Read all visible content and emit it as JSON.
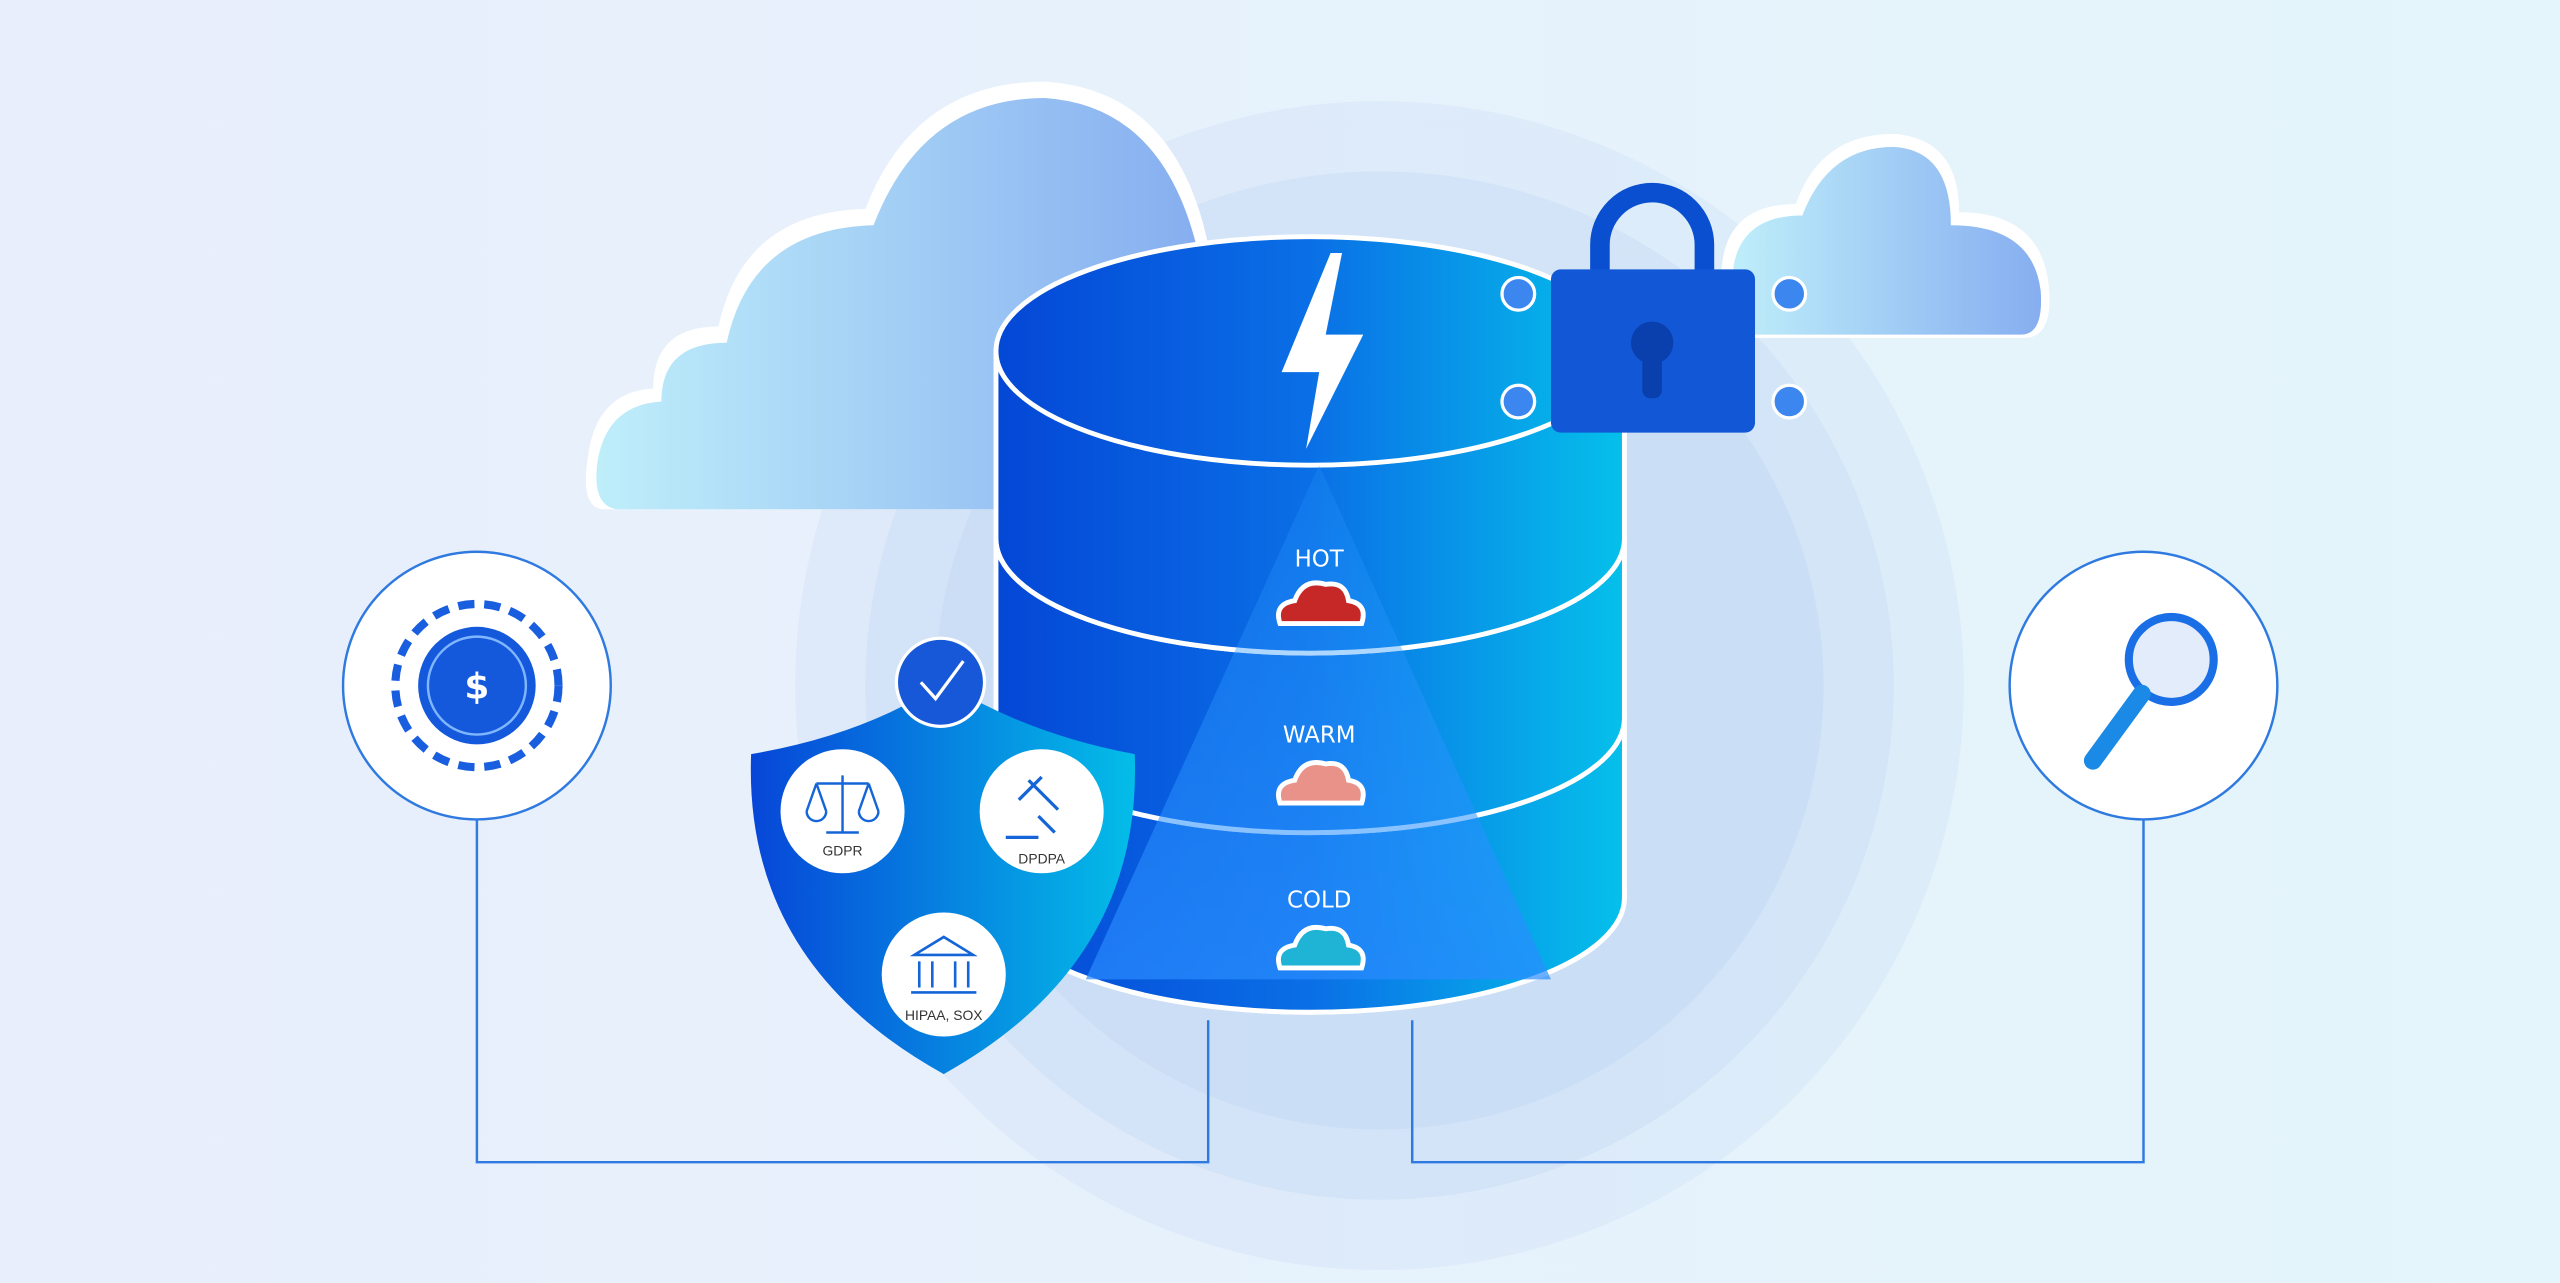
{
  "tiers": [
    {
      "label": "HOT",
      "color": "#c62828"
    },
    {
      "label": "WARM",
      "color": "#e8928a"
    },
    {
      "label": "COLD",
      "color": "#1fb3d6"
    }
  ],
  "compliance": [
    "GDPR",
    "DPDPA",
    "HIPAA, SOX"
  ],
  "colors": {
    "primary": "#0a4fd8",
    "accent": "#00c2e8",
    "background": "#e8f0fb"
  }
}
